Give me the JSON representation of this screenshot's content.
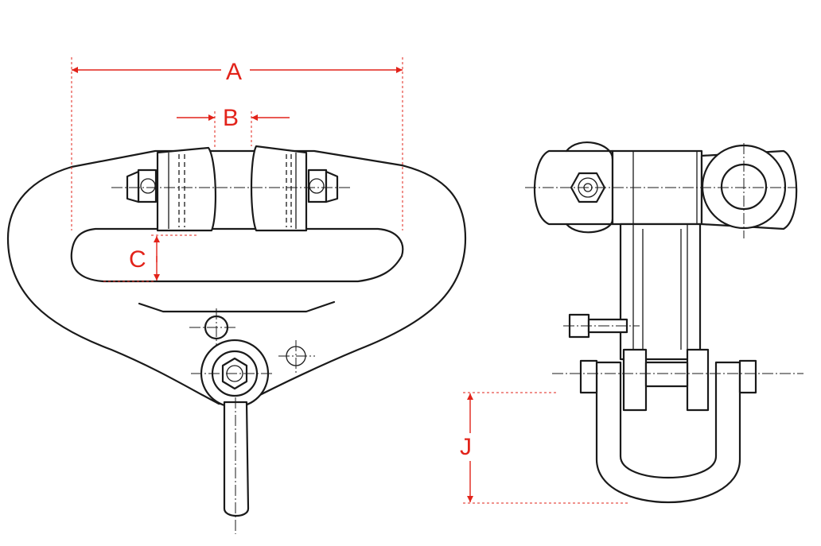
{
  "diagram": {
    "dimensions": {
      "A": "A",
      "B": "B",
      "C": "C",
      "J": "J"
    },
    "colors": {
      "dimension": "#e2231a",
      "line": "#1a1a1a",
      "background": "#ffffff"
    }
  }
}
